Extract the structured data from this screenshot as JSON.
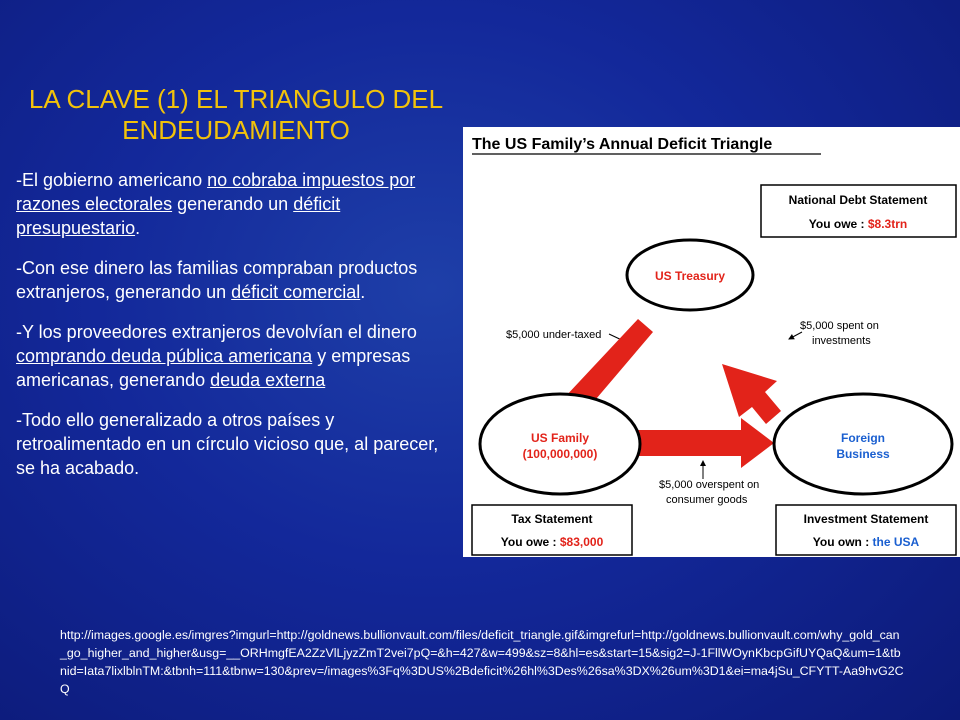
{
  "slide": {
    "title": "LA CLAVE (1) EL TRIANGULO DEL ENDEUDAMIENTO",
    "paragraphs": [
      [
        {
          "text": "-El gobierno americano  ",
          "u": false
        },
        {
          "text": "no cobraba impuestos por razones electorales",
          "u": true
        },
        {
          "text": " generando un ",
          "u": false
        },
        {
          "text": "déficit presupuestario",
          "u": true
        },
        {
          "text": ".",
          "u": false
        }
      ],
      [
        {
          "text": "-Con ese dinero las familias compraban productos extranjeros, generando un ",
          "u": false
        },
        {
          "text": "déficit comercial",
          "u": true
        },
        {
          "text": ".",
          "u": false
        }
      ],
      [
        {
          "text": "-Y los proveedores extranjeros devolvían el dinero ",
          "u": false
        },
        {
          "text": "comprando deuda pública americana",
          "u": true
        },
        {
          "text": " y empresas americanas, generando ",
          "u": false
        },
        {
          "text": "deuda externa",
          "u": true
        }
      ],
      [
        {
          "text": "-Todo ello generalizado a otros países y retroalimentado en un círculo vicioso que, al parecer, se ha acabado.",
          "u": false
        }
      ]
    ],
    "source_url": "http://images.google.es/imgres?imgurl=http://goldnews.bullionvault.com/files/deficit_triangle.gif&imgrefurl=http://goldnews.bullionvault.com/why_gold_can_go_higher_and_higher&usg=__ORHmgfEA2ZzVlLjyzZmT2vei7pQ=&h=427&w=499&sz=8&hl=es&start=15&sig2=J-1FllWOynKbcpGifUYQaQ&um=1&tbnid=Iata7lixlblnTM:&tbnh=111&tbnw=130&prev=/images%3Fq%3DUS%2Bdeficit%26hl%3Des%26sa%3DX%26um%3D1&ei=ma4jSu_CFYTT-Aa9hvG2CQ"
  },
  "figure": {
    "title": "The US Family’s Annual Deficit Triangle",
    "national_debt": {
      "heading": "National Debt Statement",
      "label": "You owe : ",
      "value": "$8.3trn"
    },
    "treasury": "US Treasury",
    "family": {
      "line1": "US Family",
      "line2": "(100,000,000)"
    },
    "foreign": {
      "line1": "Foreign",
      "line2": "Business"
    },
    "under_taxed": "$5,000 under-taxed",
    "spent_investments": {
      "line1": "$5,000 spent on",
      "line2": "investments"
    },
    "overspent": {
      "line1": "$5,000 overspent on",
      "line2": "consumer goods"
    },
    "tax_statement": {
      "heading": "Tax Statement",
      "label": "You owe : ",
      "value": "$83,000"
    },
    "investment_statement": {
      "heading": "Investment Statement",
      "label": "You own : ",
      "value": "the USA"
    },
    "colors": {
      "red": "#e2231a",
      "blue": "#1a5fd0",
      "black": "#000000"
    }
  }
}
